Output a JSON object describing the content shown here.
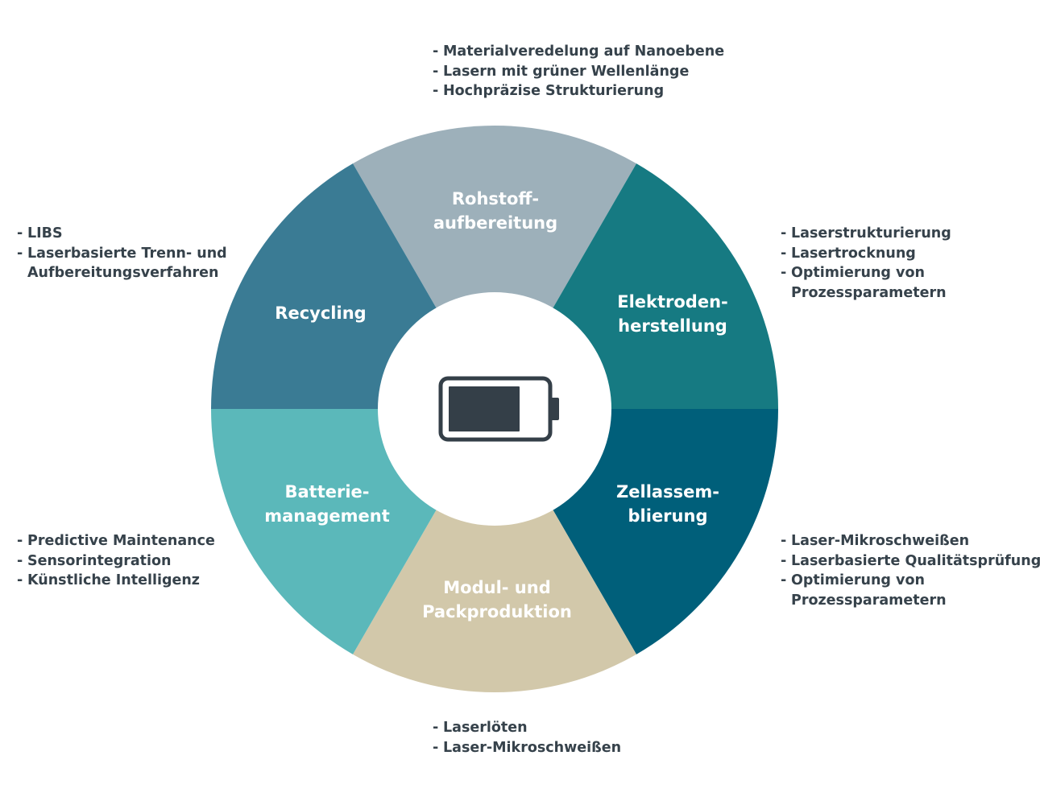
{
  "segments": [
    {
      "id": "rohstoff",
      "lines": [
        "Rohstoff-",
        "aufbereitung"
      ],
      "color": "#9db0ba"
    },
    {
      "id": "elektroden",
      "lines": [
        "Elektroden-",
        "herstellung"
      ],
      "color": "#167a82"
    },
    {
      "id": "zell",
      "lines": [
        "Zellassem-",
        "blierung"
      ],
      "color": "#005f7a"
    },
    {
      "id": "modul",
      "lines": [
        "Modul- und",
        "Packproduktion"
      ],
      "color": "#d2c8aa"
    },
    {
      "id": "batterie",
      "lines": [
        "Batterie-",
        "management"
      ],
      "color": "#5bb8ba"
    },
    {
      "id": "recycling",
      "lines": [
        "Recycling"
      ],
      "color": "#3a7b94"
    }
  ],
  "annotations": {
    "top": [
      "Materialveredelung auf Nanoebene",
      "Lasern mit grüner Wellenlänge",
      "Hochpräzise Strukturierung"
    ],
    "upper_right": [
      "Laserstrukturierung",
      "Lasertrocknung",
      "Optimierung von\nProzessparametern"
    ],
    "lower_right": [
      "Laser-Mikroschweißen",
      "Laserbasierte Qualitätsprüfung",
      "Optimierung von\nProzessparametern"
    ],
    "bottom": [
      "Laserlöten",
      "Laser-Mikroschweißen"
    ],
    "lower_left": [
      "Predictive Maintenance",
      "Sensorintegration",
      "Künstliche Intelligenz"
    ],
    "upper_left": [
      "LIBS",
      "Laserbasierte Trenn- und\nAufbereitungsverfahren"
    ]
  },
  "center_icon": {
    "name": "battery-icon",
    "color": "#343f48"
  }
}
